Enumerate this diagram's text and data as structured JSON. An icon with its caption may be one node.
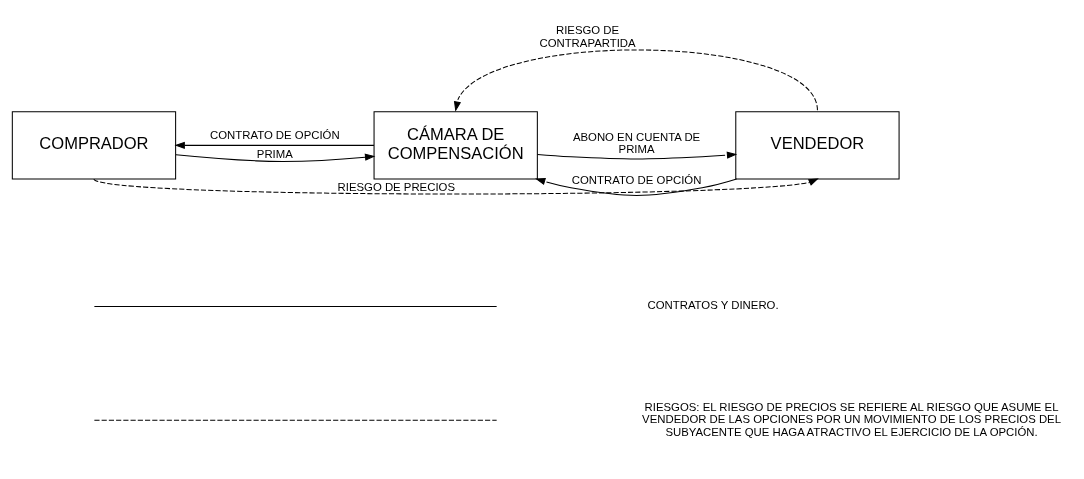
{
  "diagram": {
    "nodes": [
      {
        "text": [
          "COMPRADOR"
        ]
      },
      {
        "text": [
          "CÁMARA DE COMPENSACIÓN"
        ]
      },
      {
        "text": [
          "VENDEDOR"
        ]
      }
    ],
    "edges": [
      {
        "from": 0,
        "to": 1,
        "arrow": "to",
        "label": "PRIMA"
      },
      {
        "from": 1,
        "to": 0,
        "arrow": "to",
        "label": "CONTRATO DE OPCIÓN"
      },
      {
        "from": 1,
        "to": 2,
        "arrow": "to",
        "label": "ABONO EN CUENTA DE PRIMA"
      },
      {
        "from": 2,
        "to": 1,
        "arrow": "to",
        "label": "CONTRATO DE OPCIÓN"
      },
      {
        "from": 2,
        "to": 1,
        "arrow": "to",
        "label": "RIESGO DE CONTRAPARTIDA",
        "style": "dashed"
      },
      {
        "from": 0,
        "to": 2,
        "arrow": "to",
        "label": "RIESGO DE PRECIOS",
        "style": "dashed"
      }
    ],
    "legend": [
      {
        "text": "CONTRATOS Y DINERO."
      },
      {
        "text": "RIESGOS: EL RIESGO DE PRECIOS SE REFIERE AL RIESGO QUE ASUME EL VENDEDOR DE LAS OPCIONES POR UN MOVIMIENTO DE LOS PRECIOS DEL SUBYACENTE QUE HAGA ATRACTIVO EL EJERCICIO DE LA OPCIÓN."
      }
    ]
  }
}
